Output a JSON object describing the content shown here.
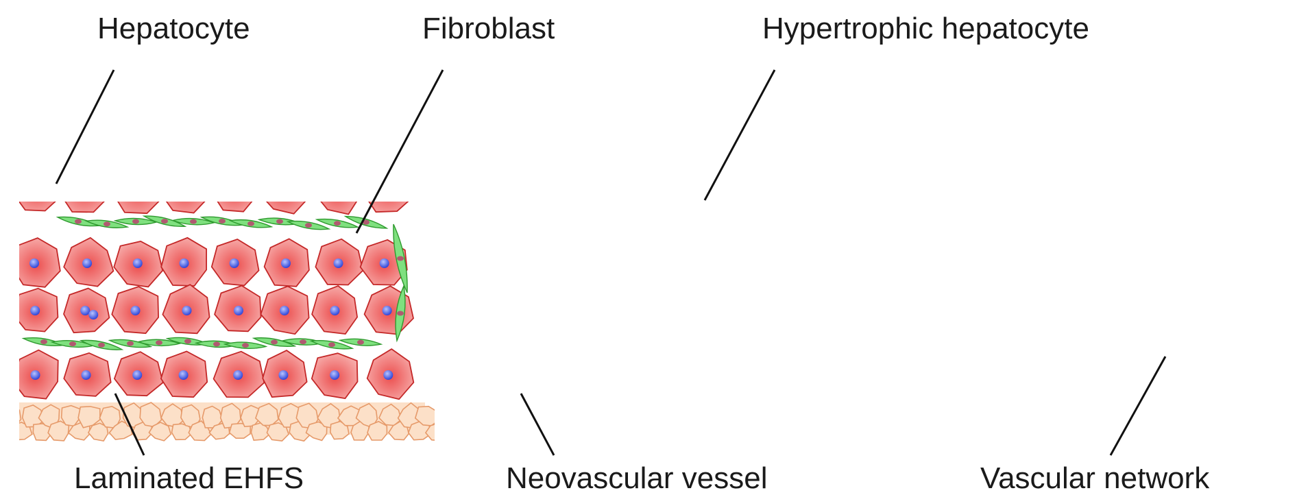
{
  "labels": {
    "hepatocyte": "Hepatocyte",
    "fibroblast": "Fibroblast",
    "hypertrophic_hepatocyte": "Hypertrophic hepatocyte",
    "laminated_ehfs": "Laminated EHFS",
    "neovascular_vessel": "Neovascular vessel",
    "vascular_network": "Vascular network"
  },
  "colors": {
    "tissue_fill": "#fce0c8",
    "tissue_line": "#e69a6a",
    "hepatocyte_fill": "#f5a3a3",
    "hepatocyte_center": "#ec5a5a",
    "hepatocyte_line": "#c42828",
    "hypertrophic_fill": "#fbd3d3",
    "nucleus": "#3a56e8",
    "fibroblast_fill": "#7fe07f",
    "fibroblast_line": "#2e9a2e",
    "fibroblast_nucleus": "#b05a70",
    "vessel": "#c40d0d",
    "pointer_line": "#111111"
  }
}
